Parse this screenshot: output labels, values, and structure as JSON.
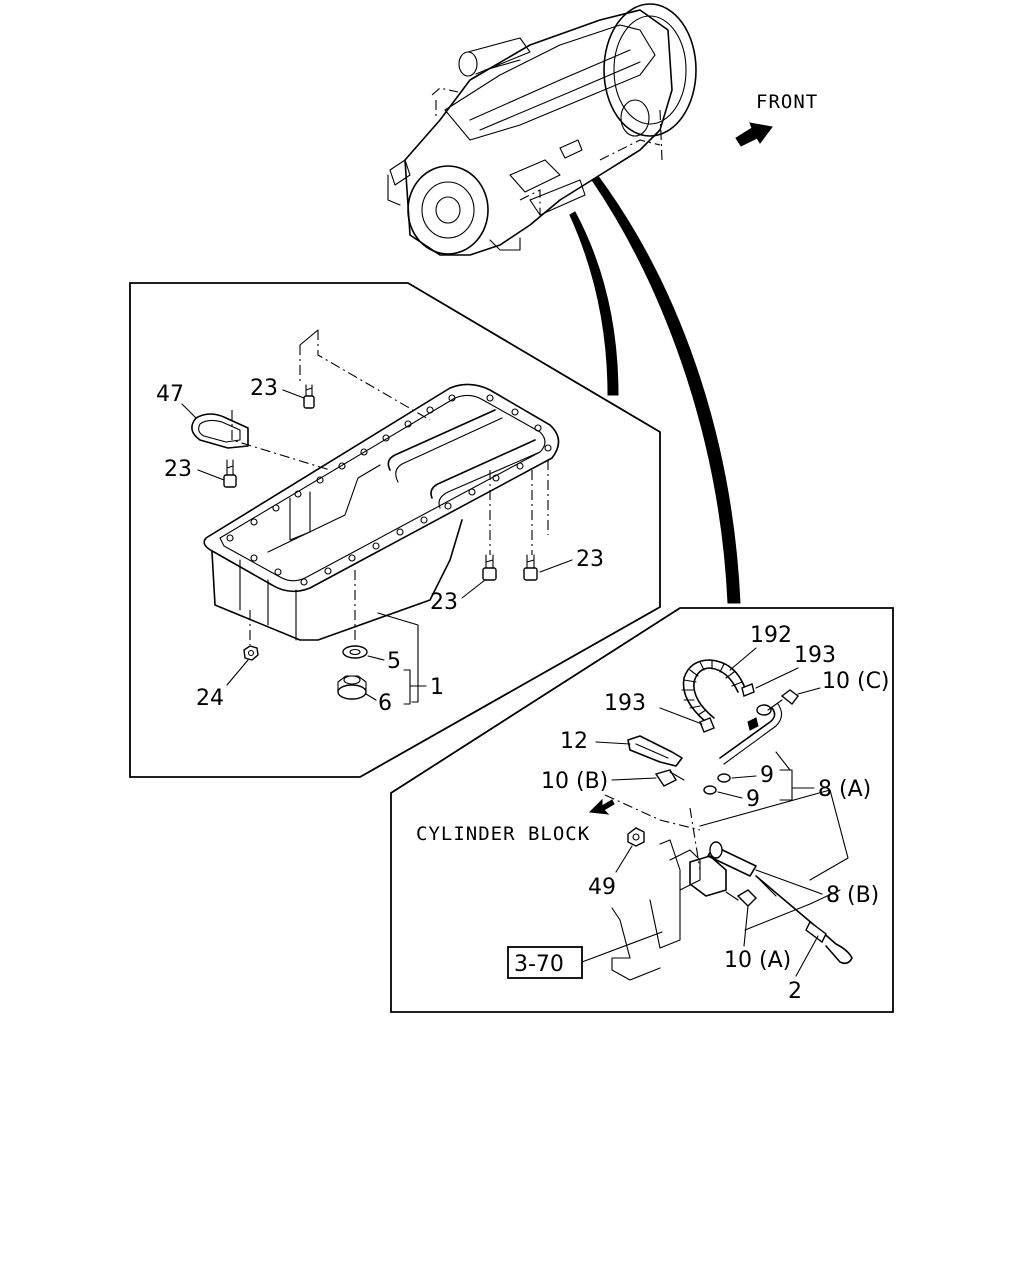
{
  "direction": {
    "front_label": "FRONT"
  },
  "oil_pan_group": {
    "labels": {
      "gasket_bracket": "47",
      "bolt_top": "23",
      "bolt_left": "23",
      "bolt_bottom_mid": "23",
      "bolt_bottom_right": "23",
      "drain_washer": "5",
      "drain_plug": "6",
      "oil_pan": "1",
      "nut": "24"
    }
  },
  "dipstick_group": {
    "cylinder_block_label": "CYLINDER BLOCK",
    "reference_box": "3-70",
    "labels": {
      "breather_hose": "192",
      "clip_right": "193",
      "clip_left": "193",
      "bolt_c": "10 (C)",
      "clamp": "12",
      "bolt_b": "10 (B)",
      "o_ring_upper": "9",
      "o_ring_lower": "9",
      "guide_tube_a": "8 (A)",
      "guide_tube_b": "8 (B)",
      "nut": "49",
      "bolt_a": "10 (A)",
      "dipstick": "2"
    }
  }
}
